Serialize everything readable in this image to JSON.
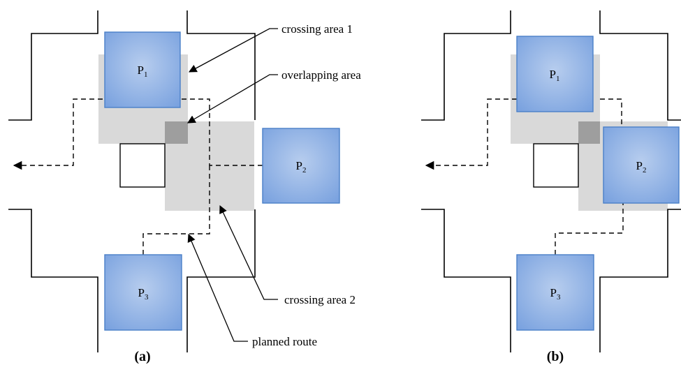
{
  "panels": [
    {
      "caption": "(a)",
      "robots": [
        {
          "letter": "P",
          "sub": "1"
        },
        {
          "letter": "P",
          "sub": "2"
        },
        {
          "letter": "P",
          "sub": "3"
        }
      ]
    },
    {
      "caption": "(b)",
      "robots": [
        {
          "letter": "P",
          "sub": "1"
        },
        {
          "letter": "P",
          "sub": "2"
        },
        {
          "letter": "P",
          "sub": "3"
        }
      ]
    }
  ],
  "annotations": {
    "crossing_area_1": "crossing area 1",
    "overlapping_area": "overlapping area",
    "crossing_area_2": "crossing area 2",
    "planned_route": "planned route"
  },
  "colors": {
    "robot_fill_light": "#b7cdee",
    "robot_fill_dark": "#7aa2df",
    "robot_stroke": "#4a7fc8",
    "crossing_area": "#d9d9d9",
    "overlapping_area": "#9e9e9e"
  }
}
